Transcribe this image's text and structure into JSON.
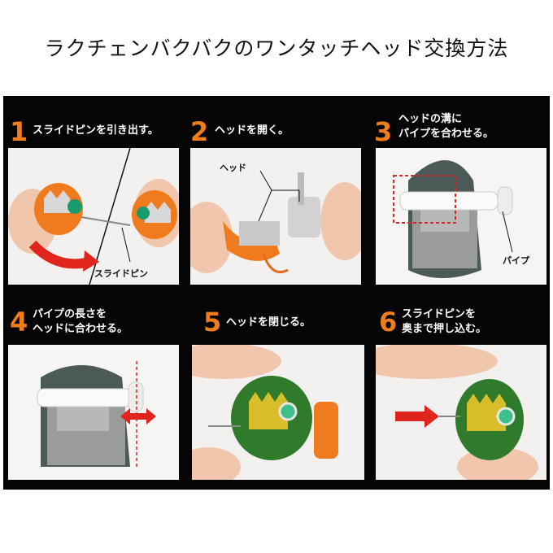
{
  "title": "ラクチェンバクバクのワンタッチヘッド交換方法",
  "steps": [
    {
      "num": "1",
      "caption": "スライドピンを引き出す。",
      "label": "スライドピン"
    },
    {
      "num": "2",
      "caption": "ヘッドを開く。",
      "label": "ヘッド"
    },
    {
      "num": "3",
      "caption": "ヘッドの溝に\nパイプを合わせる。",
      "label": "パイプ"
    },
    {
      "num": "4",
      "caption": "パイプの長さを\nヘッドに合わせる。"
    },
    {
      "num": "5",
      "caption": "ヘッドを閉じる。"
    },
    {
      "num": "6",
      "caption": "スライドピンを\n奥まで押し込む。"
    }
  ],
  "colors": {
    "accent": "#f07d1a",
    "background": "#050505",
    "arrow": "#e0261c"
  }
}
